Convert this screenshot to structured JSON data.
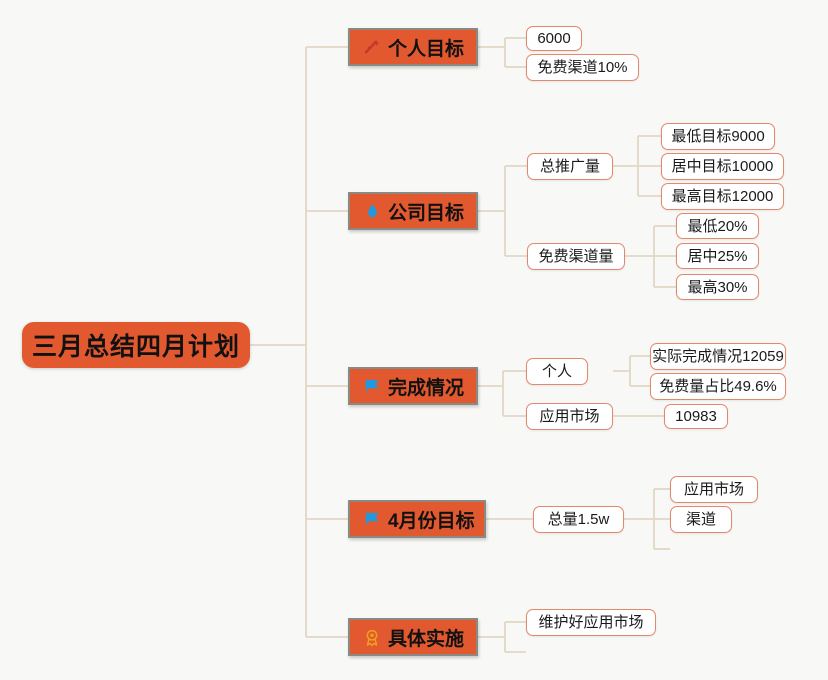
{
  "diagram": {
    "type": "mindmap",
    "title": "三月总结四月计划",
    "background_color": "#f8f8f7",
    "node_fill_color": "#e2592f",
    "leaf_border_color": "#e4886c",
    "connector_color": "#e2d7c5"
  },
  "root": {
    "label": "三月总结四月计划"
  },
  "branches": [
    {
      "id": "personal-goal",
      "label": "个人目标",
      "icon": "sparkle-icon",
      "icon_color": "#c0392b",
      "children": [
        {
          "label": "6000",
          "children": []
        },
        {
          "label": "免费渠道10%",
          "children": []
        }
      ]
    },
    {
      "id": "company-goal",
      "label": "公司目标",
      "icon": "flame-icon",
      "icon_color": "#1e9ae0",
      "children": [
        {
          "label": "总推广量",
          "children": [
            {
              "label": "最低目标9000"
            },
            {
              "label": "居中目标10000"
            },
            {
              "label": "最高目标12000"
            }
          ]
        },
        {
          "label": "免费渠道量",
          "children": [
            {
              "label": "最低20%"
            },
            {
              "label": "居中25%"
            },
            {
              "label": "最高30%"
            }
          ]
        }
      ]
    },
    {
      "id": "completion-status",
      "label": "完成情况",
      "icon": "flag-icon",
      "icon_color": "#1e9ae0",
      "children": [
        {
          "label": "个人",
          "children": [
            {
              "label": "实际完成情况12059"
            },
            {
              "label": "免费量占比49.6%"
            }
          ]
        },
        {
          "label": "应用市场",
          "children": [
            {
              "label": "10983"
            }
          ]
        }
      ]
    },
    {
      "id": "april-goal",
      "label": "4月份目标",
      "icon": "flag-icon",
      "icon_color": "#1e9ae0",
      "children": [
        {
          "label": "总量1.5w",
          "children": [
            {
              "label": "应用市场"
            },
            {
              "label": "渠道"
            }
          ]
        }
      ]
    },
    {
      "id": "implementation",
      "label": "具体实施",
      "icon": "medal-icon",
      "icon_color": "#f0a020",
      "children": [
        {
          "label": "维护好应用市场",
          "children": []
        }
      ]
    }
  ]
}
